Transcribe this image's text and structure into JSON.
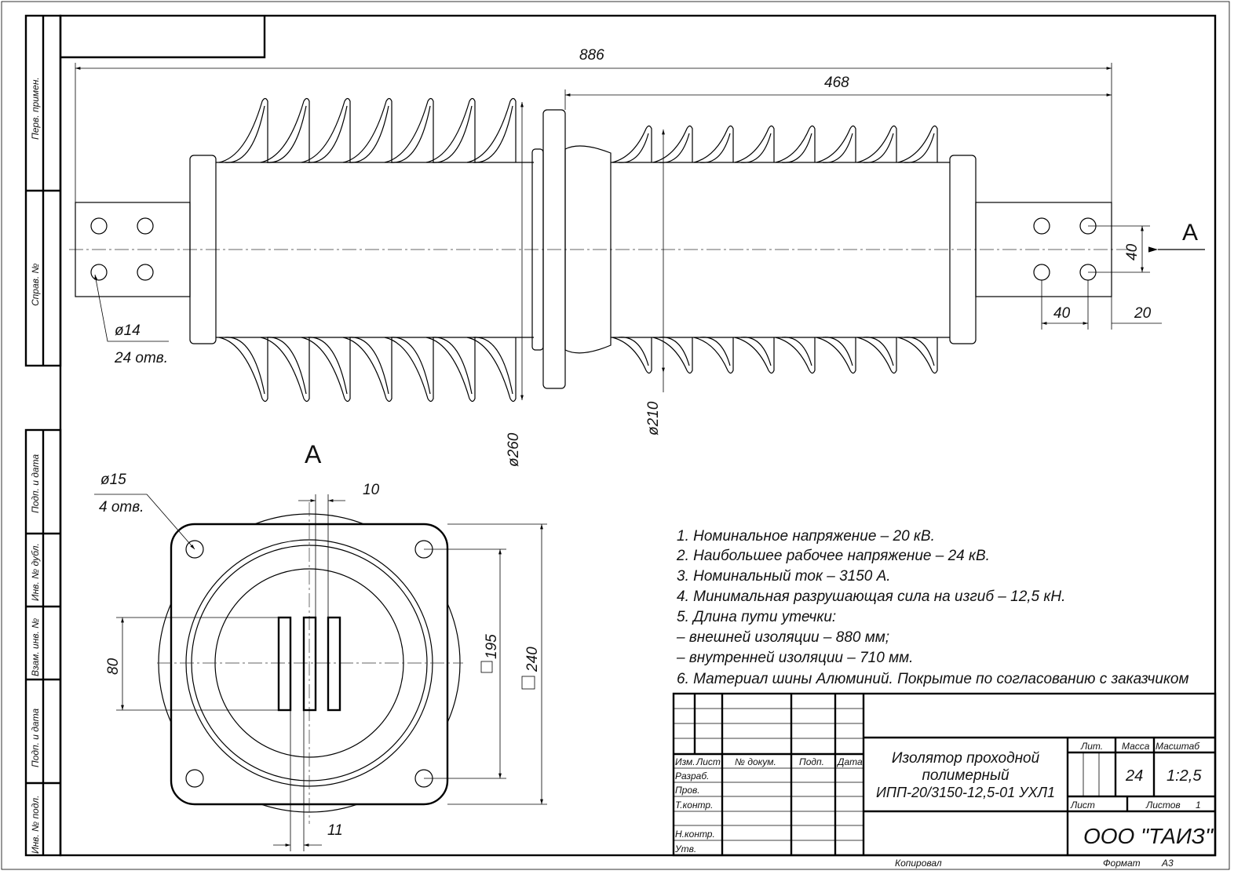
{
  "side_strip": [
    "Перв. примен.",
    "Справ. №",
    "Подп. и дата",
    "Инв. № дубл.",
    "Взам. инв. №",
    "Подп. и дата",
    "Инв. № подл."
  ],
  "main_view": {
    "dim_total": "886",
    "dim_right": "468",
    "dim_bolt_v": "40",
    "dim_bolt_h": "40",
    "dim_edge": "20",
    "dim_d260": "ø260",
    "dim_d210": "ø210",
    "hole_dia": "ø14",
    "hole_count": "24 отв.",
    "view_arrow": "A"
  },
  "view_a": {
    "title": "A",
    "hole_dia": "ø15",
    "hole_count": "4 отв.",
    "dim_slot": "10",
    "dim_gap": "11",
    "dim_80": "80",
    "dim_195": "195",
    "dim_240": "240"
  },
  "notes": [
    "1. Номинальное напряжение – 20 кВ.",
    "2. Наибольшее рабочее напряжение – 24 кВ.",
    "3. Номинальный ток – 3150 А.",
    "4. Минимальная разрушающая сила на изгиб – 12,5 кН.",
    "5.  Длина пути утечки:",
    "– внешней изоляции – 880 мм;",
    "– внутренней изоляции – 710 мм.",
    "6. Материал шины Алюминий. Покрытие по согласованию с заказчиком"
  ],
  "title_block": {
    "headers": [
      "Изм.",
      "Лист",
      "№ докум.",
      "Подп.",
      "Дата"
    ],
    "roles": [
      "Разраб.",
      "Пров.",
      "Т.контр.",
      "",
      "Н.контр.",
      "Утв."
    ],
    "name_line1": "Изолятор проходной",
    "name_line2": "полимерный",
    "name_line3": "ИПП-20/3150-12,5-01 УХЛ1",
    "lit_label": "Лит.",
    "mass_label": "Масса",
    "scale_label": "Масштаб",
    "mass": "24",
    "scale": "1:2,5",
    "sheet_label": "Лист",
    "sheets_label": "Листов",
    "sheets": "1",
    "company": "ООО \"ТАИЗ\"",
    "copied": "Копировал",
    "format_label": "Формат",
    "format": "А3"
  }
}
